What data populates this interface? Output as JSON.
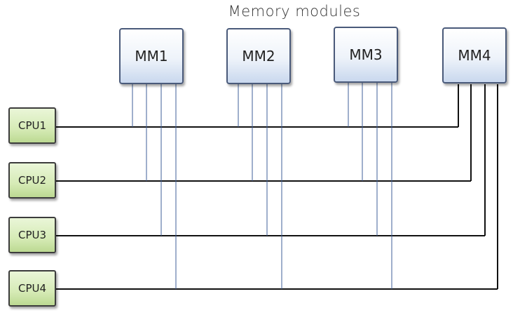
{
  "diagram": {
    "title": "Memory modules",
    "memory_modules": [
      "MM1",
      "MM2",
      "MM3",
      "MM4"
    ],
    "cpus": [
      "CPU1",
      "CPU2",
      "CPU3",
      "CPU4"
    ]
  },
  "colors": {
    "mm_border": "#4a5a7a",
    "mm_fill_top": "#ffffff",
    "mm_fill_bottom": "#c9d8ee",
    "cpu_border": "#3c3c3c",
    "cpu_fill": "#d6ebb6",
    "bus_line": "#111111",
    "tap_line": "#3f5f9a"
  }
}
